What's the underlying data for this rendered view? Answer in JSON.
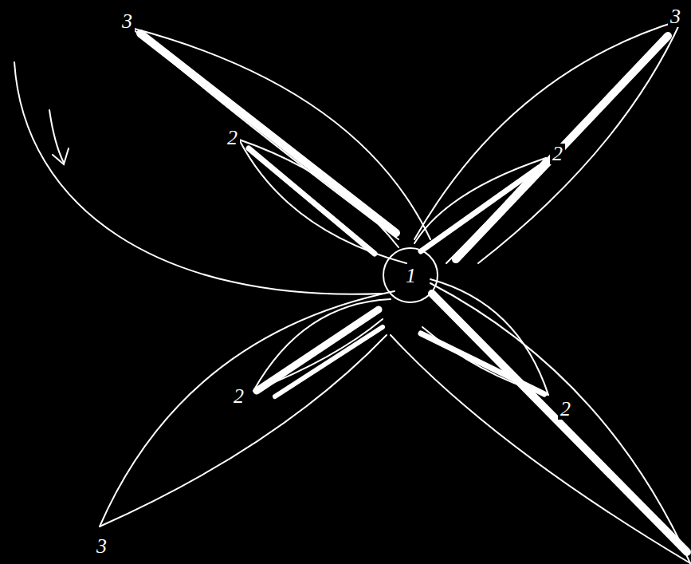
{
  "diagram": {
    "labels": [
      "3",
      "3",
      "2",
      "2",
      "1",
      "2",
      "2",
      "3"
    ]
  }
}
